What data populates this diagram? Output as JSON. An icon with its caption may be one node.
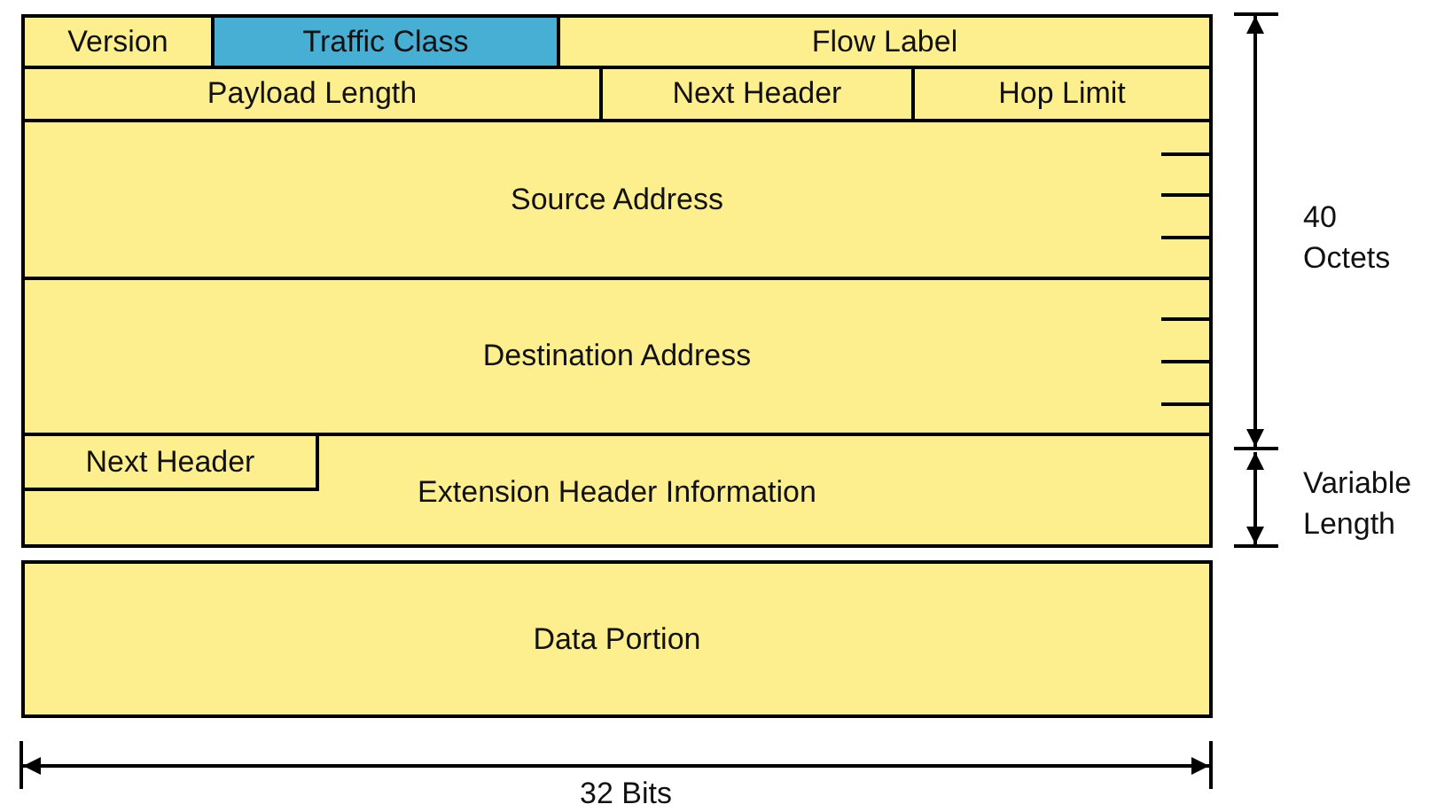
{
  "diagram": {
    "nodes": [
      {
        "text": [
          "Version"
        ]
      },
      {
        "text": [
          "Traffic Class"
        ]
      },
      {
        "text": [
          "Flow Label"
        ]
      },
      {
        "text": [
          "Payload Length"
        ]
      },
      {
        "text": [
          "Next Header"
        ]
      },
      {
        "text": [
          "Hop Limit"
        ]
      },
      {
        "text": [
          "Source Address"
        ]
      },
      {
        "text": [
          "Destination Address"
        ]
      },
      {
        "text": [
          "Extension Header Information"
        ]
      },
      {
        "text": [
          "Next Header"
        ],
        "in": 8
      },
      {
        "text": [
          "Data Portion"
        ]
      }
    ],
    "edges": [],
    "labels": [
      "40 Octets",
      "Variable Length",
      "32 Bits"
    ]
  }
}
